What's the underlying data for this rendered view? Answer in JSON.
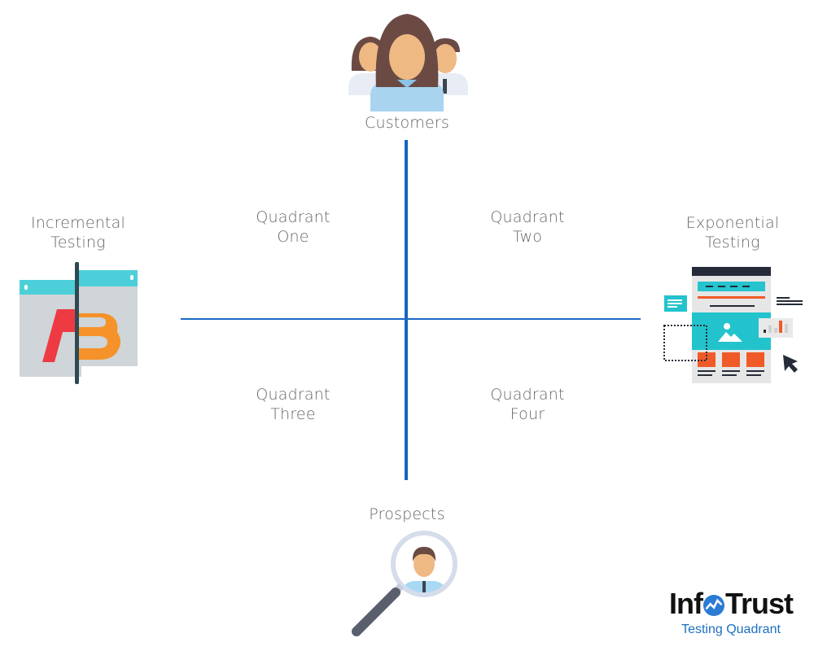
{
  "diagram": {
    "axes": {
      "top": "Customers",
      "bottom": "Prospects",
      "left": [
        "Incremental",
        "Testing"
      ],
      "right": [
        "Exponential",
        "Testing"
      ]
    },
    "quadrants": [
      {
        "line1": "Quadrant",
        "line2": "One"
      },
      {
        "line1": "Quadrant",
        "line2": "Two"
      },
      {
        "line1": "Quadrant",
        "line2": "Three"
      },
      {
        "line1": "Quadrant",
        "line2": "Four"
      }
    ],
    "icons": {
      "top": "customers-group-icon",
      "bottom": "prospect-magnifier-icon",
      "left": "ab-test-icon",
      "right": "webpage-layout-icon"
    }
  },
  "branding": {
    "logo_left": "Inf",
    "logo_right": "Trust",
    "subtitle": "Testing Quadrant"
  },
  "colors": {
    "axis": "#1565c0",
    "label_text": "#666666",
    "brand_blue": "#1e6fc0"
  }
}
